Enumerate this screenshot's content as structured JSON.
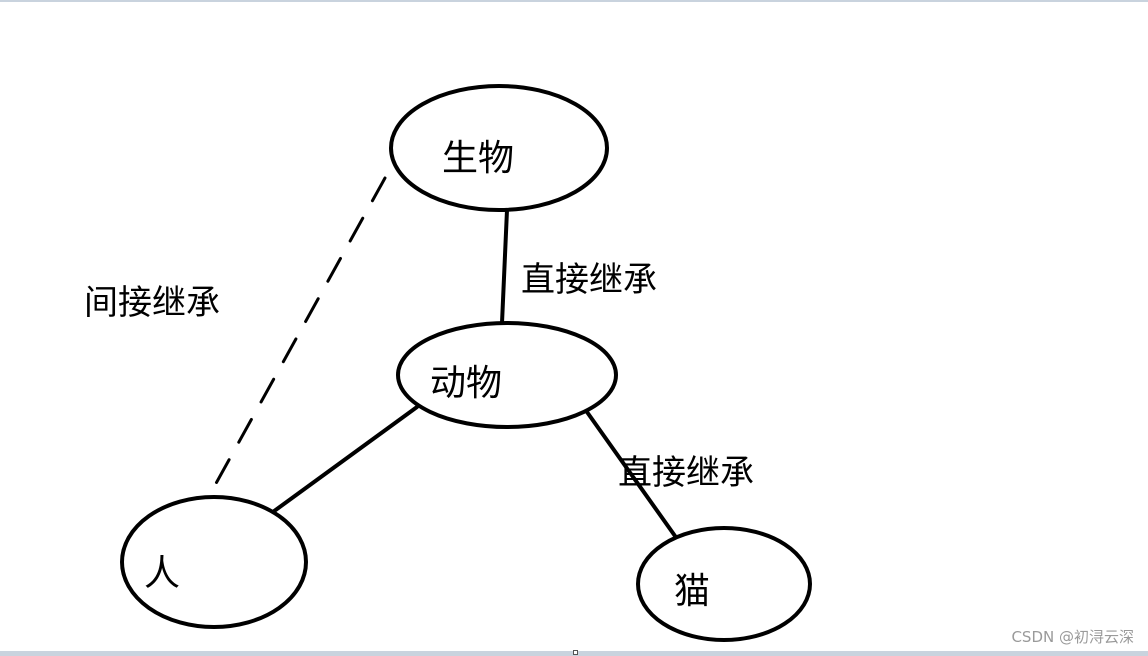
{
  "diagram": {
    "nodes": {
      "organism": {
        "label": "生物"
      },
      "animal": {
        "label": "动物"
      },
      "human": {
        "label": "人"
      },
      "cat": {
        "label": "猫"
      }
    },
    "edges": {
      "organism_animal": {
        "label": "直接继承",
        "style": "solid"
      },
      "animal_cat": {
        "label": "直接继承",
        "style": "solid"
      },
      "animal_human": {
        "label": "",
        "style": "solid"
      },
      "organism_human": {
        "label": "间接继承",
        "style": "dashed"
      }
    },
    "colors": {
      "stroke": "#000000",
      "background": "#ffffff",
      "border": "#c9d3de",
      "watermark": "#9a9a9a"
    }
  },
  "watermark": {
    "text": "CSDN @初浔云深"
  }
}
